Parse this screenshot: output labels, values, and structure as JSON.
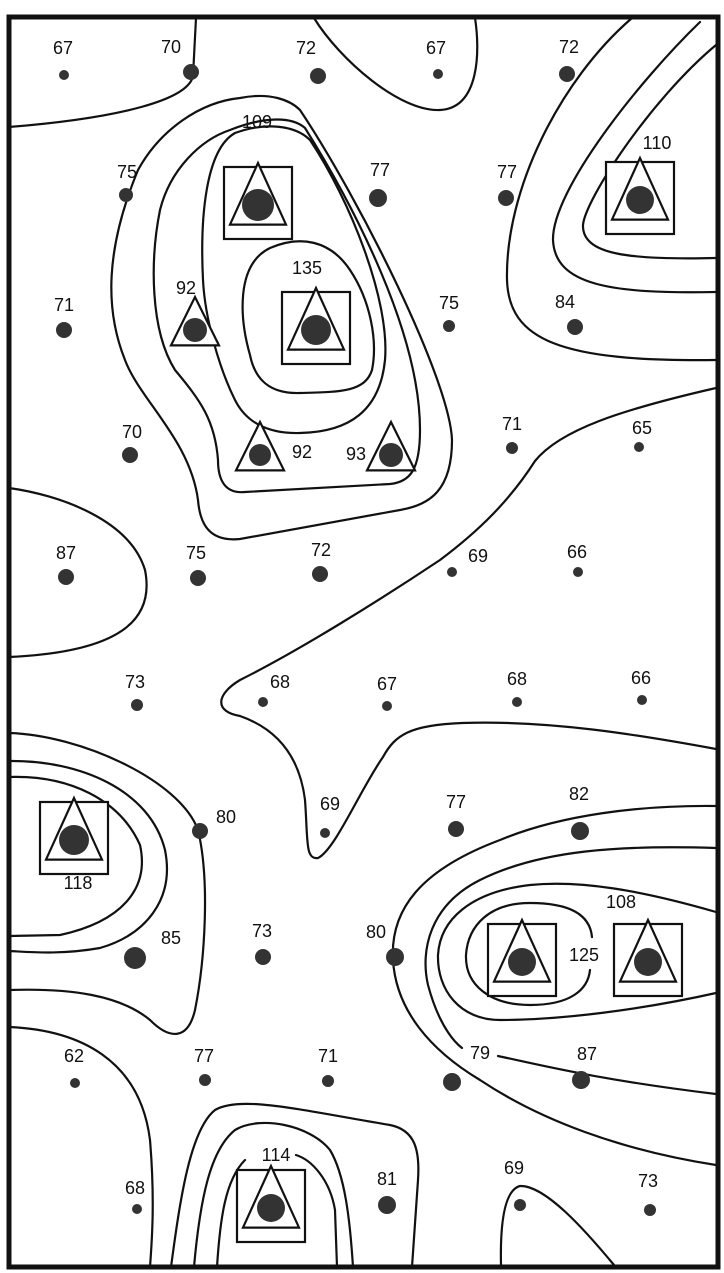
{
  "diagram": {
    "type": "contour-map",
    "colors": {
      "line": "#111111",
      "dot": "#333333",
      "background": "#ffffff"
    },
    "points": [
      {
        "value": "67",
        "marker": "circle"
      },
      {
        "value": "70",
        "marker": "circle"
      },
      {
        "value": "72",
        "marker": "circle"
      },
      {
        "value": "67",
        "marker": "circle"
      },
      {
        "value": "72",
        "marker": "circle"
      },
      {
        "value": "75",
        "marker": "circle"
      },
      {
        "value": "109",
        "marker": "square-triangle"
      },
      {
        "value": "77",
        "marker": "circle"
      },
      {
        "value": "77",
        "marker": "circle"
      },
      {
        "value": "110",
        "marker": "square-triangle"
      },
      {
        "value": "71",
        "marker": "circle"
      },
      {
        "value": "92",
        "marker": "triangle"
      },
      {
        "value": "135",
        "marker": "square-triangle"
      },
      {
        "value": "75",
        "marker": "circle"
      },
      {
        "value": "84",
        "marker": "circle"
      },
      {
        "value": "70",
        "marker": "circle"
      },
      {
        "value": "92",
        "marker": "triangle"
      },
      {
        "value": "93",
        "marker": "triangle"
      },
      {
        "value": "71",
        "marker": "circle"
      },
      {
        "value": "65",
        "marker": "circle"
      },
      {
        "value": "87",
        "marker": "circle"
      },
      {
        "value": "75",
        "marker": "circle"
      },
      {
        "value": "72",
        "marker": "circle"
      },
      {
        "value": "69",
        "marker": "circle"
      },
      {
        "value": "66",
        "marker": "circle"
      },
      {
        "value": "73",
        "marker": "circle"
      },
      {
        "value": "68",
        "marker": "circle"
      },
      {
        "value": "67",
        "marker": "circle"
      },
      {
        "value": "68",
        "marker": "circle"
      },
      {
        "value": "66",
        "marker": "circle"
      },
      {
        "value": "118",
        "marker": "square-triangle"
      },
      {
        "value": "80",
        "marker": "circle"
      },
      {
        "value": "69",
        "marker": "circle"
      },
      {
        "value": "77",
        "marker": "circle"
      },
      {
        "value": "82",
        "marker": "circle"
      },
      {
        "value": "85",
        "marker": "circle"
      },
      {
        "value": "73",
        "marker": "circle"
      },
      {
        "value": "80",
        "marker": "circle"
      },
      {
        "value": "125",
        "marker": "square-triangle"
      },
      {
        "value": "108",
        "marker": "square-triangle"
      },
      {
        "value": "62",
        "marker": "circle"
      },
      {
        "value": "77",
        "marker": "circle"
      },
      {
        "value": "71",
        "marker": "circle"
      },
      {
        "value": "79",
        "marker": "circle"
      },
      {
        "value": "87",
        "marker": "circle"
      },
      {
        "value": "68",
        "marker": "circle"
      },
      {
        "value": "114",
        "marker": "square-triangle"
      },
      {
        "value": "81",
        "marker": "circle"
      },
      {
        "value": "69",
        "marker": "circle"
      },
      {
        "value": "73",
        "marker": "circle"
      }
    ]
  }
}
